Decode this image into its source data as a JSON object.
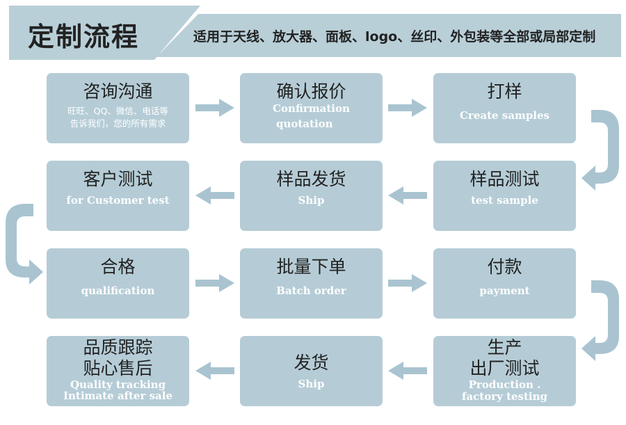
{
  "header": {
    "title": "定制流程",
    "subtitle": "适用于天线、放大器、面板、logo、丝印、外包装等全部或局部定制"
  },
  "steps": [
    {
      "cn": "咨询沟通",
      "en": [
        "旺旺、QQ、微信、电话等",
        "告诉我们，您的所有需求"
      ]
    },
    {
      "cn": "确认报价",
      "en": [
        "Confirmation",
        "quotation"
      ]
    },
    {
      "cn": "打样",
      "en": [
        "Create samples"
      ]
    },
    {
      "cn": "样品测试",
      "en": [
        "test sample"
      ]
    },
    {
      "cn": "样品发货",
      "en": [
        "Ship"
      ]
    },
    {
      "cn": "客户测试",
      "en": [
        "for Customer test"
      ]
    },
    {
      "cn": "合格",
      "en": [
        "qualification"
      ]
    },
    {
      "cn": "批量下单",
      "en": [
        "Batch order"
      ]
    },
    {
      "cn": "付款",
      "en": [
        "payment"
      ]
    },
    {
      "cn": "生产\n出厂测试",
      "en": [
        "Production .",
        "factory testing"
      ]
    },
    {
      "cn": "发货",
      "en": [
        "Ship"
      ]
    },
    {
      "cn": "品质跟踪\n贴心售后",
      "en": [
        "Quality tracking",
        "Intimate after sale"
      ]
    }
  ],
  "colors": {
    "box": "#b5ccd6",
    "arrow": "#a9c4d0"
  }
}
